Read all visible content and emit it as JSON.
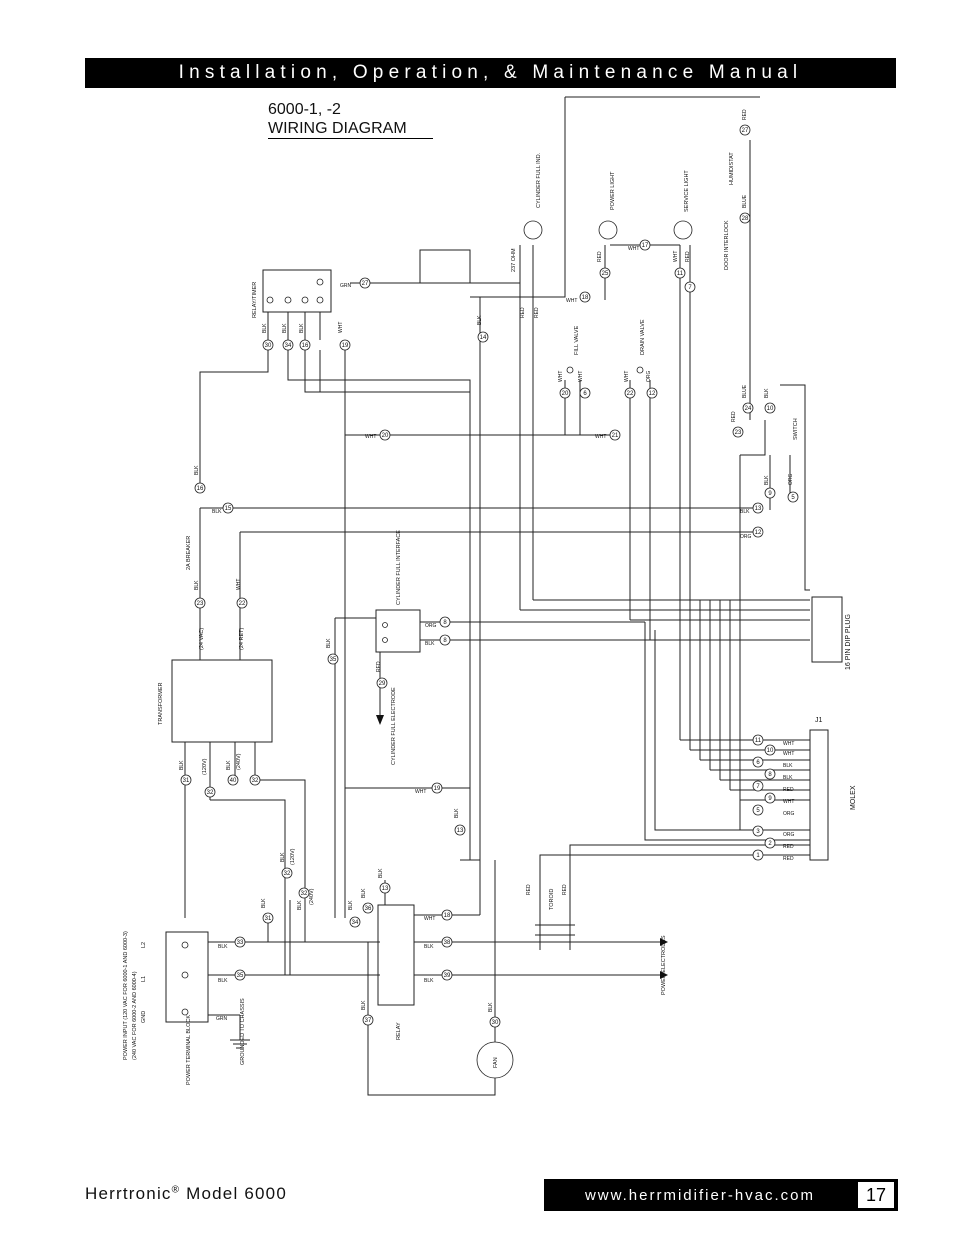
{
  "header": {
    "title": "Installation, Operation, & Maintenance Manual"
  },
  "diagram": {
    "model": "6000-1, -2",
    "title": "WIRING DIAGRAM",
    "components": {
      "relay_timer": "RELAY/TIMER",
      "cylinder_full_ind": "CYLINDER FULL IND.",
      "power_light": "POWER LIGHT",
      "service_light": "SERVICE LIGHT",
      "humidistat": "HUMIDISTAT",
      "door_interlock": "DOOR INTERLOCK",
      "fill_valve": "FILL VALVE",
      "drain_valve": "DRAIN VALVE",
      "switch": "SWITCH",
      "breaker": "2A BREAKER",
      "cylinder_full_interface": "CYLINDER FULL INTERFACE",
      "dip_plug": "16 PIN DIP PLUG",
      "molex": "MOLEX",
      "molex_ref": "J1",
      "transformer": "TRANSFORMER",
      "cylinder_full_electrode": "CYLINDER FULL ELECTRODE",
      "toroid": "TOROID",
      "relay": "RELAY",
      "fan": "FAN",
      "power_electrodes": "POWER ELECTRODES",
      "terminal_block": "POWER TERMINAL BLOCK",
      "grounded": "GROUNDED TO CHASSIS",
      "power_input": "POWER INPUT (120 VAC FOR 6000-1 AND 6000-3)",
      "power_input2": "(240 VAC FOR 6000-2 AND 6000-4)",
      "resistor": "237 OHM",
      "v24ac": "(24 VAC)",
      "v24ret": "(24 RET)",
      "v120": "(120V)",
      "v240": "(240V)"
    },
    "terminals": {
      "gnd": "GND",
      "l1": "L1",
      "l2": "L2"
    },
    "colors": {
      "blk": "BLK",
      "wht": "WHT",
      "red": "RED",
      "org": "ORG",
      "blue": "BLUE",
      "grn": "GRN"
    },
    "wires": [
      "1",
      "2",
      "3",
      "4",
      "5",
      "6",
      "7",
      "8",
      "9",
      "10",
      "11",
      "12",
      "13",
      "14",
      "15",
      "16",
      "17",
      "18",
      "19",
      "20",
      "21",
      "22",
      "23",
      "24",
      "25",
      "26",
      "27",
      "28",
      "29",
      "30",
      "31",
      "32",
      "33",
      "34",
      "35",
      "36",
      "37",
      "38",
      "39",
      "40"
    ]
  },
  "footer": {
    "brand": "Herrtronic",
    "reg": "®",
    "model": "Model 6000",
    "url": "www.herrmidifier-hvac.com",
    "page": "17"
  }
}
